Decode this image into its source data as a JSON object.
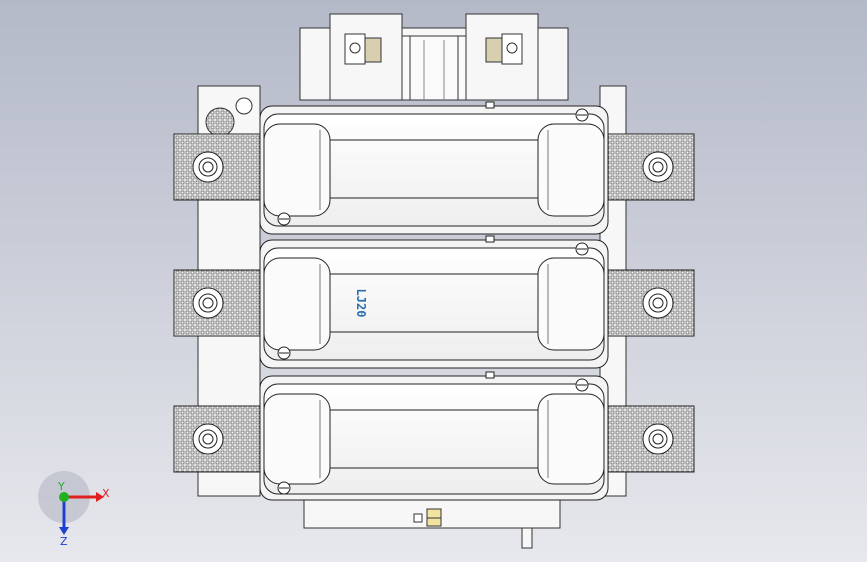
{
  "viewport": {
    "background_top": "#b4b9c8",
    "background_bottom": "#e7e8ed"
  },
  "model": {
    "component_label": "LJ20",
    "label_color": "#2a6fb0"
  },
  "triad": {
    "x_label": "X",
    "y_label": "Y",
    "z_label": "Z",
    "x_color": "#e02020",
    "y_color": "#20b020",
    "z_color": "#2040d0"
  }
}
